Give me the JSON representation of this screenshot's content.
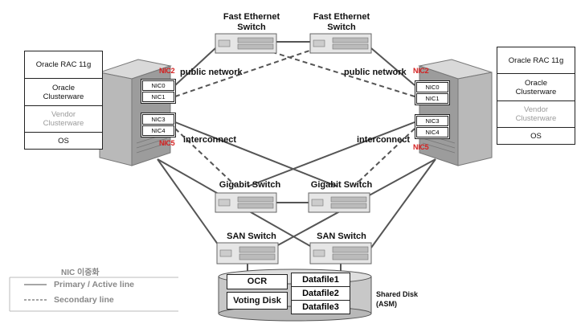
{
  "switches": {
    "fast_ethernet_label": "Fast Ethernet\nSwitch",
    "gigabit_label": "Gigabit Switch",
    "san_label": "SAN Switch"
  },
  "networks": {
    "public": "public network",
    "interconnect": "interconnect"
  },
  "nic_labels": {
    "nic0": "NIC0",
    "nic1": "NIC1",
    "nic2": "NIC2",
    "nic3": "NIC3",
    "nic4": "NIC4",
    "nic5": "NIC5"
  },
  "left_node": {
    "stack": [
      "Oracle RAC 11g",
      "Oracle\nClusterware",
      "Vendor\nClusterware",
      "OS"
    ]
  },
  "right_node": {
    "stack": [
      "Oracle RAC 11g",
      "Oracle\nClusterware",
      "Vendor\nClusterware",
      "OS"
    ]
  },
  "shared_disk": {
    "ocr": "OCR",
    "voting": "Voting Disk",
    "datafiles": [
      "Datafile1",
      "Datafile2",
      "Datafile3"
    ],
    "caption_line1": "Shared Disk",
    "caption_line2": "(ASM)"
  },
  "legend": {
    "title": "NIC 이중화",
    "primary": "Primary / Active line",
    "secondary": "Secondary line"
  },
  "colors": {
    "red_label": "#d42020",
    "line": "#555555",
    "legend_gray": "#888888"
  }
}
